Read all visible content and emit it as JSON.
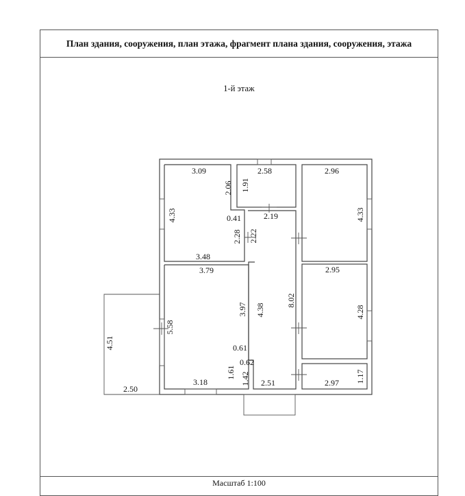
{
  "header": {
    "title": "План здания, сооружения, план этажа, фрагмент плана здания, сооружения, этажа"
  },
  "floor_label": "1-й этаж",
  "scale_label": "Масштаб 1:100",
  "dimensions": {
    "room1_width": "3.09",
    "room1_height": "4.33",
    "room1_bottom": "3.48",
    "bath_width": "2.58",
    "bath_height": "1.91",
    "notch_height": "2.06",
    "room3_width": "2.96",
    "room3_height": "4.33",
    "step_041": "0.41",
    "hall_top": "2.19",
    "hall_228": "2.28",
    "hall_222": "2.22",
    "room4_width": "3.79",
    "room4_397": "3.97",
    "room4_438": "4.38",
    "corridor_len": "8.02",
    "room5_width": "2.95",
    "room5_height": "4.28",
    "room4_height": "5.58",
    "porch_height": "4.51",
    "porch_width": "2.50",
    "step_061": "0.61",
    "step_062": "0.62",
    "room4_bottom": "3.18",
    "vest_161": "1.61",
    "vest_142": "1.42",
    "vest_251": "2.51",
    "room6_width": "2.97",
    "room6_height": "1.17"
  }
}
